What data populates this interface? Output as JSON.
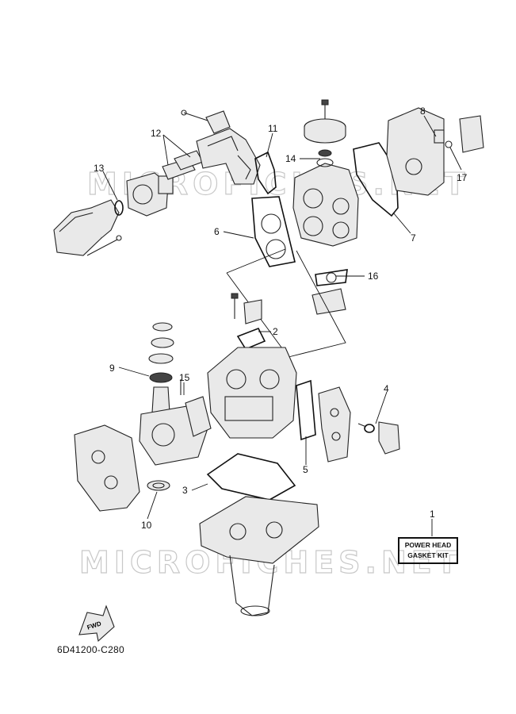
{
  "diagram": {
    "code": "6D41200-C280",
    "kit_label_line1": "POWER HEAD",
    "kit_label_line2": "GASKET KIT",
    "fwd_label": "FWD",
    "watermark_text": "MICROFICHES.NET"
  },
  "callouts": [
    "1",
    "2",
    "3",
    "4",
    "5",
    "6",
    "7",
    "8",
    "9",
    "10",
    "11",
    "12",
    "13",
    "14",
    "15",
    "16",
    "17"
  ],
  "colors": {
    "line": "#222222",
    "watermark": "#c8c8c8",
    "background": "#ffffff"
  }
}
